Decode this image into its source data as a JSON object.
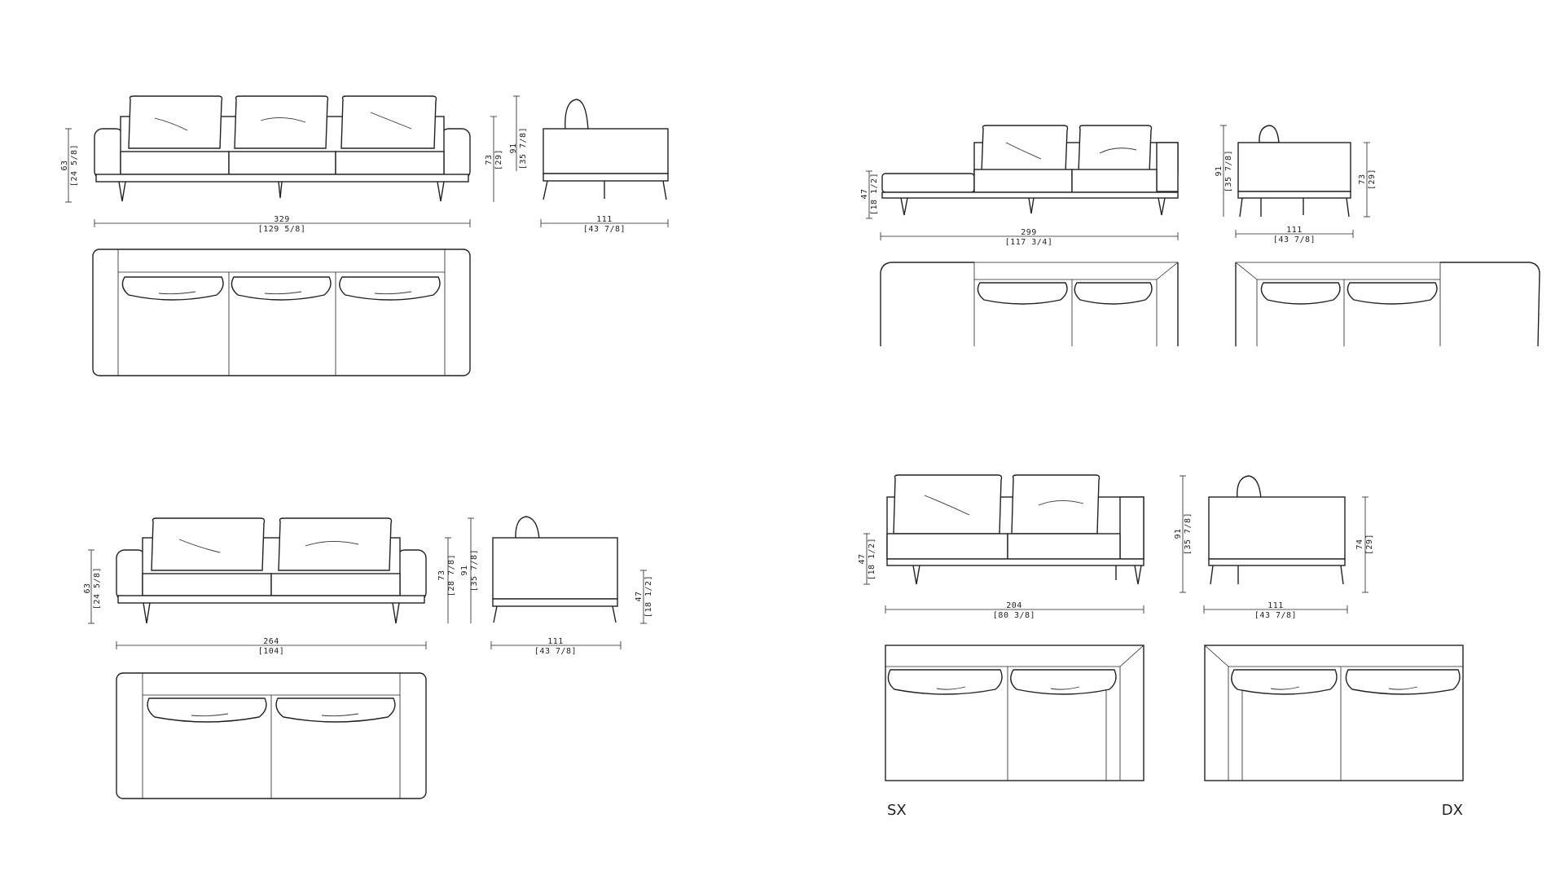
{
  "sheet": {
    "line_color": "#222222",
    "background": "#ffffff",
    "variants": [
      {
        "id": "sofa-3-seat",
        "dims": {
          "armrest_h": "63",
          "armrest_h_in": "[24 5/8]",
          "seat_back_h": "73",
          "seat_back_h_in": "[29]",
          "total_h": "91",
          "total_h_in": "[35 7/8]",
          "width": "329",
          "width_in": "[129 5/8]",
          "depth": "111",
          "depth_in": "[43 7/8]"
        }
      },
      {
        "id": "sofa-2-seat",
        "dims": {
          "armrest_h": "63",
          "armrest_h_in": "[24 5/8]",
          "seat_back_h": "73",
          "seat_back_h_in": "[28 7/8]",
          "total_h": "91",
          "total_h_in": "[35 7/8]",
          "side_seat_h": "47",
          "side_seat_h_in": "[18 1/2]",
          "width": "264",
          "width_in": "[104]",
          "depth": "111",
          "depth_in": "[43 7/8]"
        }
      },
      {
        "id": "chaise-module",
        "dims": {
          "seat_h": "47",
          "seat_h_in": "[18 1/2]",
          "total_h": "91",
          "total_h_in": "[35 7/8]",
          "back_h": "73",
          "back_h_in": "[29]",
          "width": "299",
          "width_in": "[117 3/4]",
          "depth": "111",
          "depth_in": "[43 7/8]"
        }
      },
      {
        "id": "one-arm-module",
        "dims": {
          "seat_h": "47",
          "seat_h_in": "[18 1/2]",
          "total_h": "91",
          "total_h_in": "[35 7/8]",
          "back_h": "74",
          "back_h_in": "[29]",
          "width": "204",
          "width_in": "[80 3/8]",
          "depth": "111",
          "depth_in": "[43 7/8]"
        },
        "left_label": "SX",
        "right_label": "DX"
      }
    ]
  }
}
